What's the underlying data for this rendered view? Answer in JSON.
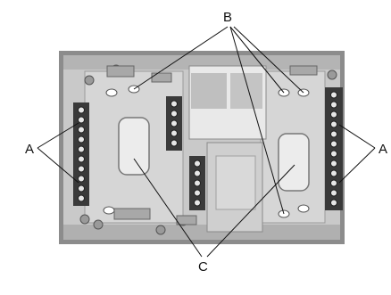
{
  "figure": {
    "callouts": {
      "a_left": "A",
      "a_right": "A",
      "b": "B",
      "c": "C"
    },
    "colors": {
      "background": "#ffffff",
      "frame": "#8c8c8c",
      "plate": "#c9c9c9",
      "plate_light": "#dedede",
      "terminal_block": "#3a3a3a",
      "terminal_screw": "#e6e6e6",
      "line": "#111111"
    },
    "terminal_blocks": {
      "left_terminals": 10,
      "center_upper_terminals": 5,
      "center_lower_terminals": 5,
      "right_terminals": 12
    }
  }
}
